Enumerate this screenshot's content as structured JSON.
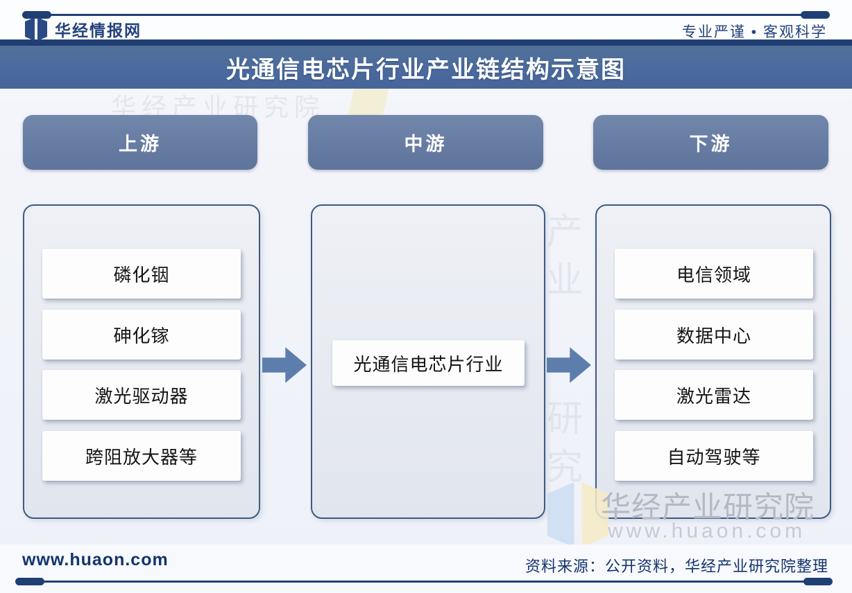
{
  "brand": {
    "name": "华经情报网",
    "tagline": "专业严谨 • 客观科学"
  },
  "title": "光通信电芯片行业产业链结构示意图",
  "chain": {
    "upstream": {
      "header": "上游",
      "items": [
        "磷化铟",
        "砷化镓",
        "激光驱动器",
        "跨阻放大器等"
      ]
    },
    "midstream": {
      "header": "中游",
      "core": "光通信电芯片行业"
    },
    "downstream": {
      "header": "下游",
      "items": [
        "电信领域",
        "数据中心",
        "激光雷达",
        "自动驾驶等"
      ]
    }
  },
  "footer": {
    "website": "www.huaon.com",
    "source": "资料来源：公开资料，华经产业研究院整理"
  },
  "watermark": {
    "org": "华经产业研究院",
    "url": "www.huaon.com",
    "fragment1": "产业",
    "fragment2": "研究"
  },
  "colors": {
    "navy": "#1f3e74",
    "title_bar": "#4a6a9e",
    "header_pill": "#667ca2",
    "arrow": "#5d7ead",
    "panel_border": "#3c5a83"
  }
}
